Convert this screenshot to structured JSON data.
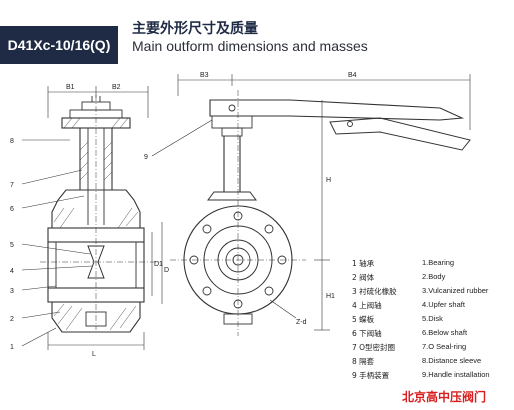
{
  "header": {
    "model": "D41Xc-10/16(Q)",
    "title_cn": "主要外形尺寸及质量",
    "title_en": "Main outform dimensions and masses"
  },
  "dimension_labels": {
    "b1": "B1",
    "b2": "B2",
    "b3": "B3",
    "b4": "B4",
    "h": "H",
    "h1": "H1",
    "d": "D",
    "d1": "D1",
    "l": "L",
    "zd": "Z-d"
  },
  "callouts": [
    "1",
    "2",
    "3",
    "4",
    "5",
    "6",
    "7",
    "8",
    "9"
  ],
  "legend": [
    {
      "cn": "1 轴承",
      "en": "1.Bearing"
    },
    {
      "cn": "2 阀体",
      "en": "2.Body"
    },
    {
      "cn": "3 衬硫化橡胶",
      "en": "3.Vulcanized rubber"
    },
    {
      "cn": "4 上阀轴",
      "en": "4.Upfer shaft"
    },
    {
      "cn": "5 蝶板",
      "en": "5.Disk"
    },
    {
      "cn": "6 下阀轴",
      "en": "6.Below shaft"
    },
    {
      "cn": "7 O型密封圈",
      "en": "7.O Seal-ring"
    },
    {
      "cn": "8 隔套",
      "en": "8.Distance sleeve"
    },
    {
      "cn": "9 手柄装置",
      "en": "9.Handle installation"
    }
  ],
  "company": "北京高中压阀门",
  "colors": {
    "badge": "#1f2a44",
    "company": "#d81e1e"
  }
}
